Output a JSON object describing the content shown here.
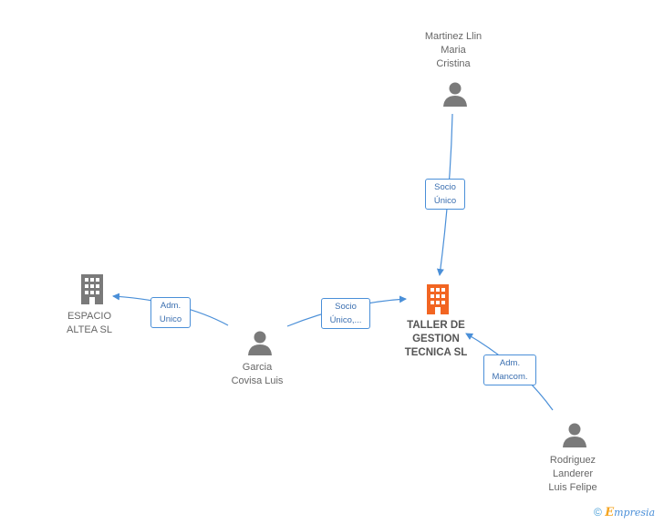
{
  "nodes": {
    "martinez": {
      "line1": "Martinez Llin",
      "line2": "Maria",
      "line3": "Cristina",
      "icon": "person-icon"
    },
    "garcia": {
      "line1": "Garcia",
      "line2": "Covisa Luis",
      "icon": "person-icon"
    },
    "rodriguez": {
      "line1": "Rodriguez",
      "line2": "Landerer",
      "line3": "Luis Felipe",
      "icon": "person-icon"
    },
    "espacio": {
      "line1": "ESPACIO",
      "line2": "ALTEA SL",
      "icon": "building-icon"
    },
    "taller": {
      "line1": "TALLER DE",
      "line2": "GESTION",
      "line3": "TECNICA SL",
      "icon": "building-icon"
    }
  },
  "relations": {
    "martinez_taller": {
      "line1": "Socio",
      "line2": "Único"
    },
    "garcia_espacio": {
      "line1": "Adm.",
      "line2": "Unico"
    },
    "garcia_taller": {
      "line1": "Socio",
      "line2": "Único,..."
    },
    "rodriguez_taller": {
      "line1": "Adm.",
      "line2": "Mancom."
    }
  },
  "footer": {
    "copyright": "©",
    "brand_initial": "E",
    "brand_rest": "mpresia"
  },
  "colors": {
    "edge": "#4a8fd8",
    "person_icon": "#7a7a7a",
    "company_icon": "#7a7a7a",
    "main_company_icon": "#f26522"
  }
}
